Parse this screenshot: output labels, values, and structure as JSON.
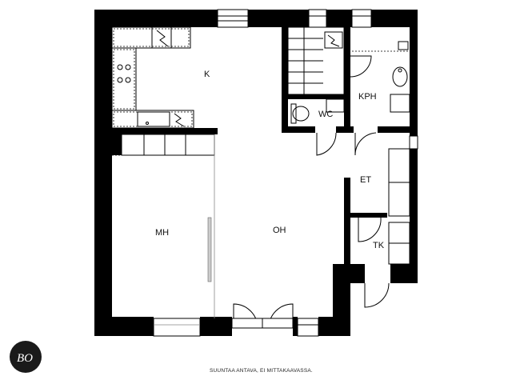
{
  "plan": {
    "rooms": {
      "kitchen": "K",
      "bathroom": "KPH",
      "toilet": "WC",
      "bedroom": "MH",
      "living_room": "OH",
      "entrance": "ET",
      "closet": "TK"
    },
    "note": "SUUNTAA ANTAVA, EI MITTAKAAVASSA."
  },
  "logo": {
    "text": "BO"
  },
  "colors": {
    "wall": "#000000",
    "background": "#ffffff",
    "logo_bg": "#1a1a1a"
  }
}
